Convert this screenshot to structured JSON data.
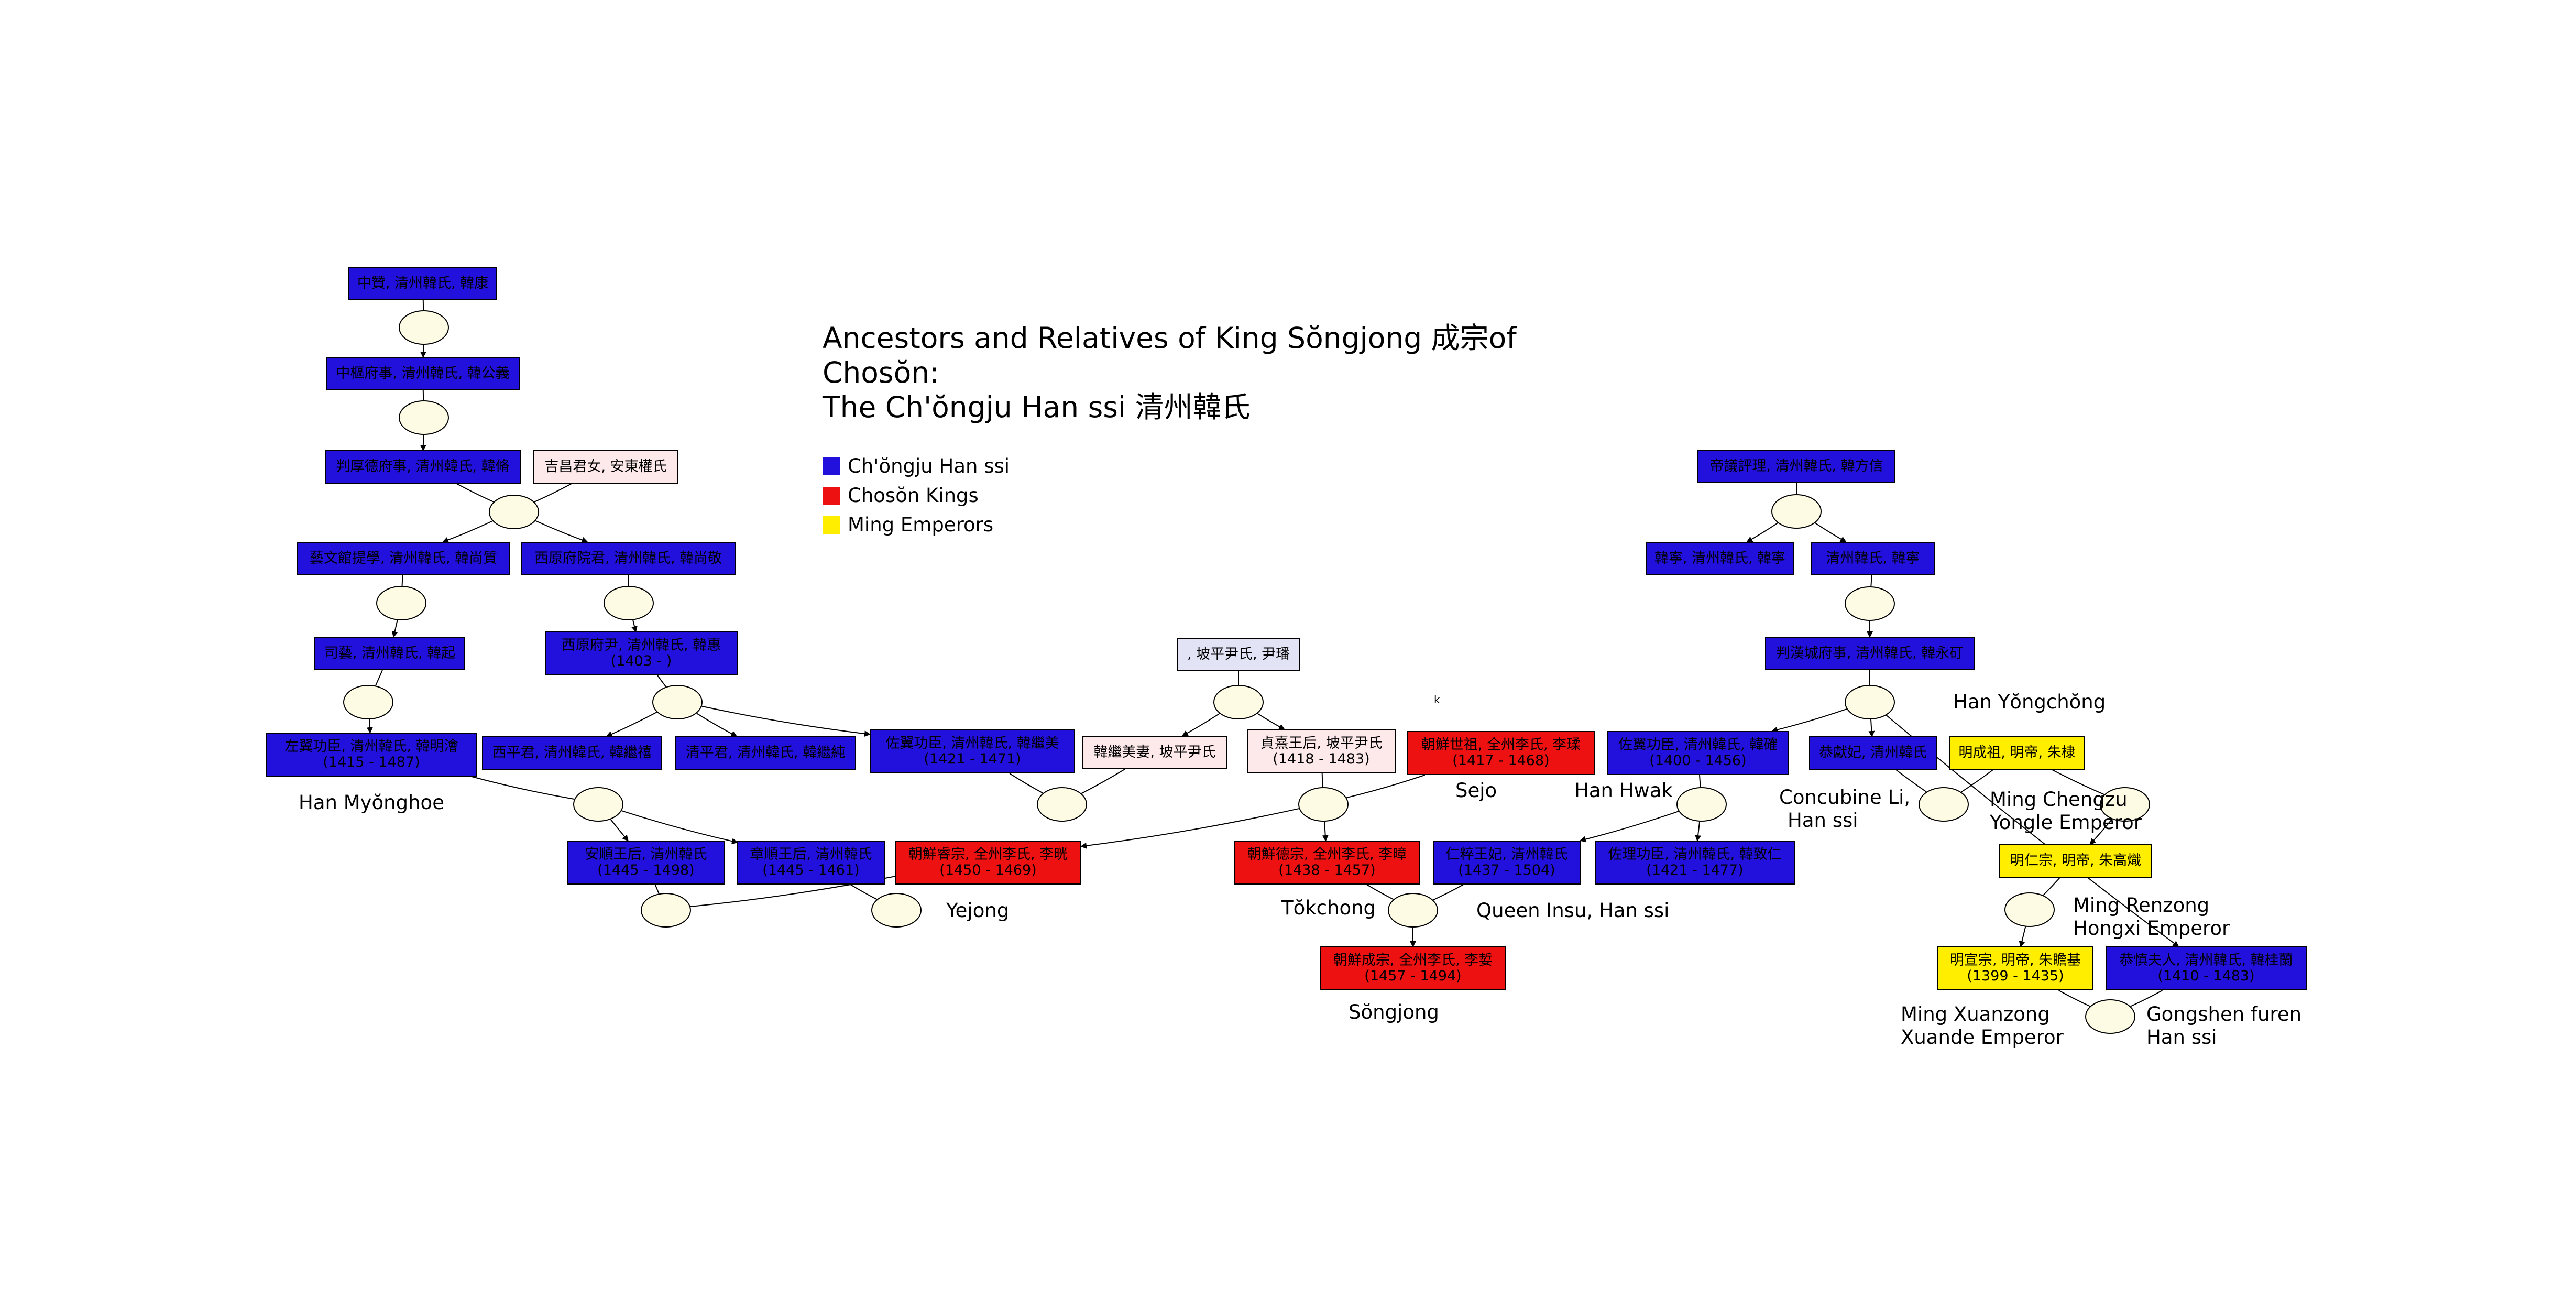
{
  "title": [
    "Ancestors and Relatives of King Sŏngjong 成宗of",
    "Chosŏn:",
    "The Ch'ŏngju Han ssi 清州韓氏"
  ],
  "legend": [
    {
      "label": "Ch'ŏngju Han ssi",
      "color": "#2211dd"
    },
    {
      "label": "Chosŏn Kings",
      "color": "#ee1111"
    },
    {
      "label": "Ming Emperors",
      "color": "#ffee00"
    }
  ],
  "boxes": {
    "b1": [
      "中贊, 清州韓氏, 韓康"
    ],
    "b2": [
      "中樞府事, 清州韓氏, 韓公義"
    ],
    "b3": [
      "判厚德府事, 清州韓氏, 韓脩"
    ],
    "b4": [
      "吉昌君女, 安東權氏"
    ],
    "b5": [
      "藝文館提學, 清州韓氏, 韓尚質"
    ],
    "b6": [
      "西原府院君, 清州韓氏, 韓尚敬"
    ],
    "b7": [
      "司藝, 清州韓氏, 韓起"
    ],
    "b8": [
      "西原府尹, 清州韓氏, 韓惠",
      "(1403 - )"
    ],
    "b9": [
      "左翼功臣, 清州韓氏, 韓明澮",
      "(1415 - 1487)"
    ],
    "b10": [
      "西平君, 清州韓氏, 韓繼禧"
    ],
    "b11": [
      "清平君, 清州韓氏, 韓繼純"
    ],
    "b12": [
      "佐翼功臣, 清州韓氏, 韓繼美",
      "(1421 - 1471)"
    ],
    "b13": [
      "安順王后, 清州韓氏",
      "(1445 - 1498)"
    ],
    "b14": [
      "章順王后, 清州韓氏",
      "(1445 - 1461)"
    ],
    "b15": [
      "朝鮮睿宗, 全州李氏, 李晄",
      "(1450 - 1469)"
    ],
    "b16": [
      ", 坡平尹氏, 尹璠"
    ],
    "b17": [
      "韓繼美妻, 坡平尹氏"
    ],
    "b18": [
      "貞熹王后, 坡平尹氏",
      "(1418 - 1483)"
    ],
    "b19": [
      "朝鮮世祖, 全州李氏, 李瑈",
      "(1417 - 1468)"
    ],
    "b20": [
      "朝鮮德宗, 全州李氏, 李暲",
      "(1438 - 1457)"
    ],
    "b21": [
      "仁粹王妃, 清州韓氏",
      "(1437 - 1504)"
    ],
    "b22": [
      "朝鮮成宗, 全州李氏, 李娎",
      "(1457 - 1494)"
    ],
    "b23": [
      "帝議評理, 清州韓氏, 韓方信"
    ],
    "b24": [
      "韓寧, 清州韓氏, 韓寧"
    ],
    "b25": [
      "清州韓氏, 韓寧"
    ],
    "b26": [
      "判漢城府事, 清州韓氏, 韓永矴"
    ],
    "b27": [
      "佐翼功臣, 清州韓氏, 韓確",
      "(1400 - 1456)"
    ],
    "b28": [
      "恭獻妃, 清州韓氏"
    ],
    "b29": [
      "明成祖, 明帝, 朱棣"
    ],
    "b30": [
      "佐理功臣, 清州韓氏, 韓致仁",
      "(1421 - 1477)"
    ],
    "b31": [
      "明仁宗, 明帝, 朱高熾"
    ],
    "b32": [
      "明宣宗, 明帝, 朱瞻基",
      "(1399 - 1435)"
    ],
    "b33": [
      "恭慎夫人, 清州韓氏, 韓桂蘭",
      "(1410 - 1483)"
    ]
  },
  "labels": {
    "myonghoe": "Han Myŏnghoe",
    "yejong": "Yejong",
    "sejo": "Sejo",
    "tokchong": "Tŏkchong",
    "insu": "Queen Insu, Han ssi",
    "songjong": "Sŏngjong",
    "yongchong": "Han Yŏngchŏng",
    "hwak": "Han Hwak",
    "concubine_li": [
      "Concubine Li,",
      "Han ssi"
    ],
    "chengzu": [
      "Ming Chengzu",
      "Yongle Emperor"
    ],
    "renzong": [
      "Ming Renzong",
      "Hongxi Emperor"
    ],
    "xuanzong": [
      "Ming Xuanzong",
      "Xuande Emperor"
    ],
    "gongshen": [
      "Gongshen furen",
      "Han ssi"
    ],
    "stray_mark": "k"
  }
}
